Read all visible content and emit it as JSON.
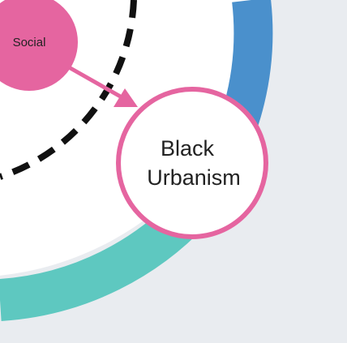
{
  "diagram": {
    "nodes": {
      "social": {
        "label": "Social"
      },
      "black_urbanism": {
        "line1": "Black",
        "line2": "Urbanism"
      }
    },
    "colors": {
      "background": "#e9ecf0",
      "pink": "#e565a0",
      "blue": "#4a90cc",
      "teal": "#5ec8c0",
      "white": "#ffffff",
      "dash": "#111111",
      "text": "#222222"
    }
  }
}
